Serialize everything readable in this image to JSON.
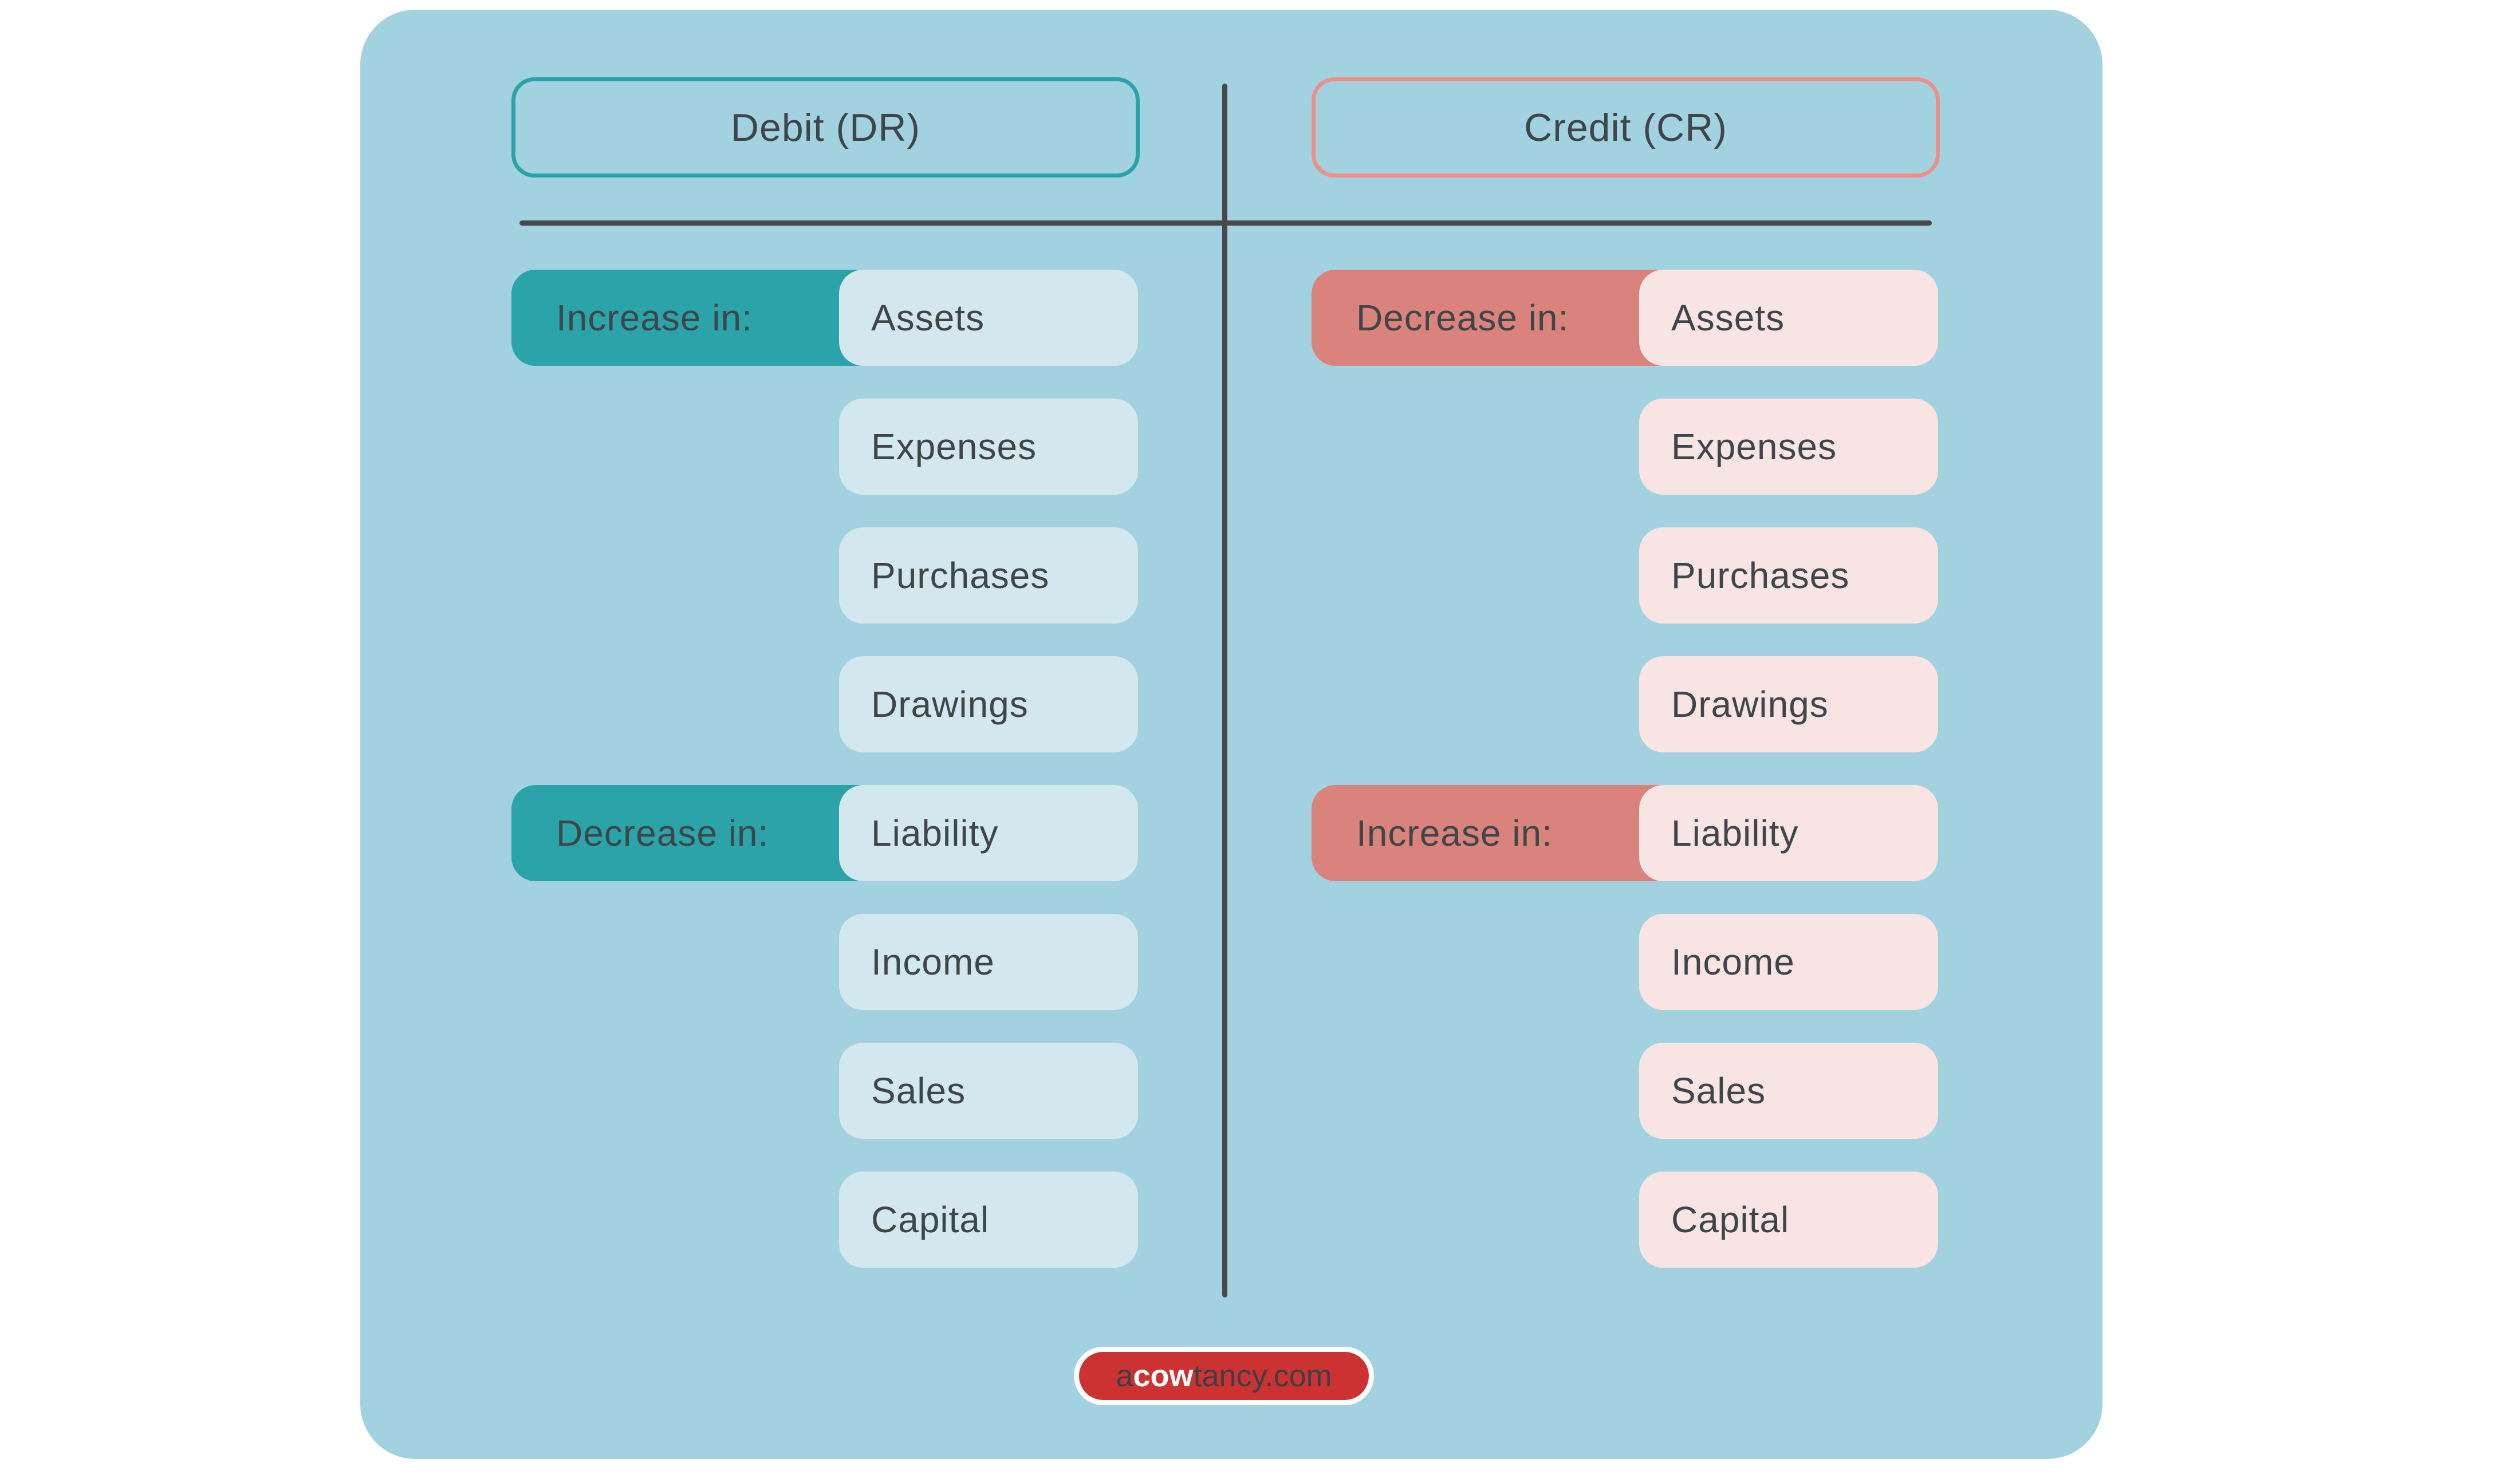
{
  "colors": {
    "background": "#ffffff",
    "panel": "#a2d1e0",
    "teal": "#2aa3a9",
    "teal_border": "#2aa3a9",
    "salmon": "#d9837c",
    "salmon_border": "#ec9089",
    "light_blue": "#d2e7ee",
    "light_pink": "#f8e4e2",
    "text": "#3e464a",
    "divider": "#48484b",
    "badge_red": "#cd3233",
    "badge_border": "#ffffff"
  },
  "columns": [
    {
      "header": "Debit (DR)",
      "groups": [
        {
          "label": "Increase in:",
          "items": [
            "Assets",
            "Expenses",
            "Purchases",
            "Drawings"
          ]
        },
        {
          "label": "Decrease in:",
          "items": [
            "Liability",
            "Income",
            "Sales",
            "Capital"
          ]
        }
      ]
    },
    {
      "header": "Credit (CR)",
      "groups": [
        {
          "label": "Decrease in:",
          "items": [
            "Assets",
            "Expenses",
            "Purchases",
            "Drawings"
          ]
        },
        {
          "label": "Increase in:",
          "items": [
            "Liability",
            "Income",
            "Sales",
            "Capital"
          ]
        }
      ]
    }
  ],
  "footer": {
    "brand_prefix": "a",
    "brand_bold": "cow",
    "brand_suffix": "tancy.com"
  }
}
